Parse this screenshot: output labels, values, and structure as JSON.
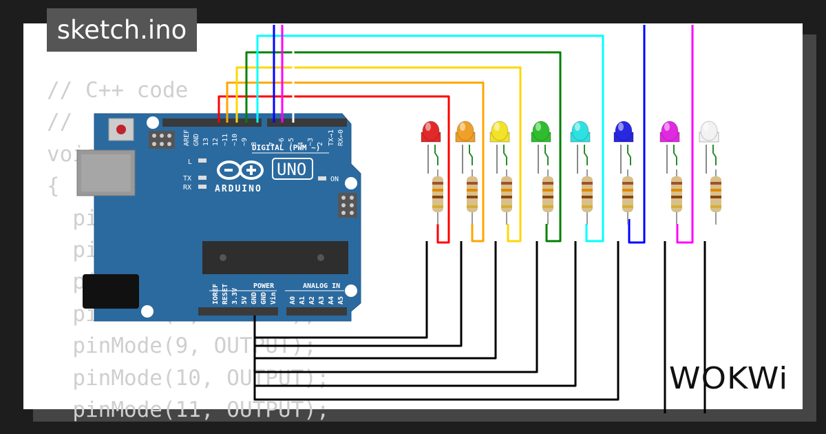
{
  "title": "sketch.ino",
  "brand": "WOKWi",
  "code_lines": [
    "// C++ code",
    "//",
    "void setup()",
    "{",
    "  pinMode(13, OUTPUT);",
    "  pinMode(12, OUTPUT);",
    "  pinMode(11, OUTPUT);",
    "  pinMode(8, OUTPUT);",
    "  pinMode(9, OUTPUT);",
    "  pinMode(10, OUTPUT);",
    "  pinMode(11, OUTPUT);"
  ],
  "board": {
    "model": "UNO",
    "brand": "ARDUINO",
    "digital_label": "DIGITAL (PWM ~)",
    "power_label": "POWER",
    "analog_label": "ANALOG IN",
    "led_l": "L",
    "led_tx": "TX",
    "led_rx": "RX",
    "led_on": "ON",
    "top_pins": [
      "AREF",
      "GND",
      "13",
      "12",
      "~11",
      "~10",
      "~9",
      "8",
      "7",
      "~6",
      "~5",
      "4",
      "~3",
      "2",
      "TX→1",
      "RX←0"
    ],
    "bottom_pins": [
      "IOREF",
      "RESET",
      "3.3V",
      "5V",
      "GND",
      "GND",
      "Vin",
      "A0",
      "A1",
      "A2",
      "A3",
      "A4",
      "A5"
    ]
  },
  "leds": [
    {
      "name": "led-red",
      "color": "#e02a2a",
      "wire": "#ff0000"
    },
    {
      "name": "led-orange",
      "color": "#eea028",
      "wire": "#ffa500"
    },
    {
      "name": "led-yellow",
      "color": "#f2e22a",
      "wire": "#ffd700"
    },
    {
      "name": "led-green",
      "color": "#2fbd2f",
      "wire": "#008000"
    },
    {
      "name": "led-cyan",
      "color": "#2fe0e0",
      "wire": "#00ffff"
    },
    {
      "name": "led-blue",
      "color": "#2828e0",
      "wire": "#0000ff"
    },
    {
      "name": "led-magenta",
      "color": "#e02ae0",
      "wire": "#ff00ff"
    },
    {
      "name": "led-white",
      "color": "#f2f2f2",
      "wire": "#ffffff"
    }
  ],
  "colors": {
    "board": "#2b6a9f",
    "ground_wire": "#000000"
  }
}
